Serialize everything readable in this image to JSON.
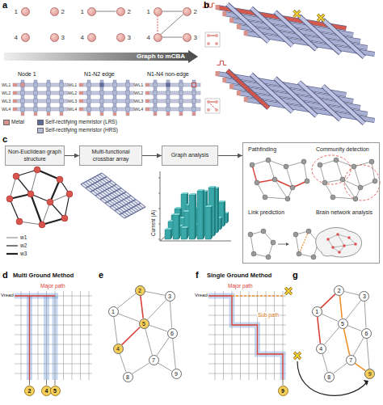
{
  "diagram": {
    "nodes": [
      {
        "text": [
          "1"
        ]
      },
      {
        "text": [
          "2"
        ]
      },
      {
        "text": [
          "4"
        ]
      },
      {
        "text": [
          "3"
        ]
      },
      {
        "text": [
          "1"
        ]
      },
      {
        "text": [
          "2"
        ]
      },
      {
        "text": [
          "4"
        ]
      },
      {
        "text": [
          "3"
        ]
      },
      {
        "text": [
          "1"
        ]
      },
      {
        "text": [
          "2"
        ]
      },
      {
        "text": [
          "4"
        ]
      },
      {
        "text": [
          "3"
        ]
      },
      {
        "text": [
          "Graph to mCBA"
        ]
      },
      {
        "text": [
          "Non-Euclidean graph structure"
        ]
      },
      {
        "text": [
          "Multi-functional crossbar array"
        ]
      },
      {
        "text": [
          "Graph analysis"
        ]
      },
      {
        "text": [
          "Pathfinding",
          "Community detection",
          "Link prediction",
          "Brain network analysis"
        ]
      },
      {
        "text": [
          "2"
        ]
      },
      {
        "text": [
          "4"
        ]
      },
      {
        "text": [
          "5"
        ]
      },
      {
        "text": [
          "1"
        ]
      },
      {
        "text": [
          "2"
        ]
      },
      {
        "text": [
          "3"
        ]
      },
      {
        "text": [
          "4"
        ]
      },
      {
        "text": [
          "5"
        ]
      },
      {
        "text": [
          "6"
        ]
      },
      {
        "text": [
          "7"
        ]
      },
      {
        "text": [
          "8"
        ]
      },
      {
        "text": [
          "9"
        ]
      },
      {
        "text": [
          "9"
        ]
      },
      {
        "text": [
          "1"
        ]
      },
      {
        "text": [
          "2"
        ]
      },
      {
        "text": [
          "3"
        ]
      },
      {
        "text": [
          "4"
        ]
      },
      {
        "text": [
          "5"
        ]
      },
      {
        "text": [
          "6"
        ]
      },
      {
        "text": [
          "7"
        ]
      },
      {
        "text": [
          "8"
        ]
      },
      {
        "text": [
          "9"
        ]
      }
    ],
    "edges": [
      {
        "from": 4,
        "to": 5,
        "arrow": "none"
      },
      {
        "from": 8,
        "to": 9,
        "arrow": "none"
      },
      {
        "from": 9,
        "to": 10,
        "arrow": "none"
      },
      {
        "from": 10,
        "to": 11,
        "arrow": "none"
      },
      {
        "from": 8,
        "to": 10,
        "arrow": "none"
      },
      {
        "from": 13,
        "to": 14,
        "arrow": "to"
      },
      {
        "from": 14,
        "to": 15,
        "arrow": "to"
      },
      {
        "from": 15,
        "to": 16,
        "arrow": "to"
      },
      {
        "from": 20,
        "to": 21,
        "arrow": "none"
      },
      {
        "from": 21,
        "to": 22,
        "arrow": "none"
      },
      {
        "from": 20,
        "to": 24,
        "arrow": "none"
      },
      {
        "from": 21,
        "to": 24,
        "arrow": "none"
      },
      {
        "from": 22,
        "to": 25,
        "arrow": "none"
      },
      {
        "from": 24,
        "to": 25,
        "arrow": "none"
      },
      {
        "from": 20,
        "to": 23,
        "arrow": "none"
      },
      {
        "from": 23,
        "to": 24,
        "arrow": "none"
      },
      {
        "from": 23,
        "to": 27,
        "arrow": "none"
      },
      {
        "from": 24,
        "to": 26,
        "arrow": "none"
      },
      {
        "from": 25,
        "to": 26,
        "arrow": "none"
      },
      {
        "from": 25,
        "to": 28,
        "arrow": "none"
      },
      {
        "from": 26,
        "to": 28,
        "arrow": "none"
      },
      {
        "from": 27,
        "to": 26,
        "arrow": "none"
      },
      {
        "from": 22,
        "to": 24,
        "arrow": "none"
      },
      {
        "from": 30,
        "to": 31,
        "arrow": "none"
      },
      {
        "from": 31,
        "to": 32,
        "arrow": "none"
      },
      {
        "from": 30,
        "to": 34,
        "arrow": "none"
      },
      {
        "from": 31,
        "to": 34,
        "arrow": "none"
      },
      {
        "from": 32,
        "to": 35,
        "arrow": "none"
      },
      {
        "from": 34,
        "to": 35,
        "arrow": "none"
      },
      {
        "from": 30,
        "to": 33,
        "arrow": "none"
      },
      {
        "from": 33,
        "to": 34,
        "arrow": "none"
      },
      {
        "from": 33,
        "to": 37,
        "arrow": "none"
      },
      {
        "from": 34,
        "to": 36,
        "arrow": "none"
      },
      {
        "from": 35,
        "to": 36,
        "arrow": "none"
      },
      {
        "from": 35,
        "to": 38,
        "arrow": "none"
      },
      {
        "from": 36,
        "to": 38,
        "arrow": "none"
      },
      {
        "from": 37,
        "to": 36,
        "arrow": "none"
      },
      {
        "from": 32,
        "to": 34,
        "arrow": "none"
      }
    ],
    "labels": [
      "a",
      "Node 1",
      "N1-N2 edge",
      "N1-N4 non-edge",
      "WL1",
      "WL2",
      "WL3",
      "WL4",
      "WL1",
      "WL2",
      "WL3",
      "WL4",
      "WL1",
      "WL2",
      "WL3",
      "WL4",
      "b",
      "c",
      "Current (A)",
      "d",
      "Multi Ground Method",
      "Vread",
      "Major path",
      "e",
      "f",
      "Single Ground Method",
      "Vread",
      "Major path",
      "Sub path",
      "g"
    ],
    "legend": [
      {
        "text": "Metal",
        "color": "#d9928a"
      },
      {
        "text": "Self-rectifying memristor (LRS)",
        "color": "#5b6b9a"
      },
      {
        "text": "Self-rectifying memristor (HRS)",
        "color": "#b3bad6"
      },
      {
        "text": "w1"
      },
      {
        "text": "w2"
      },
      {
        "text": "w3"
      }
    ]
  }
}
